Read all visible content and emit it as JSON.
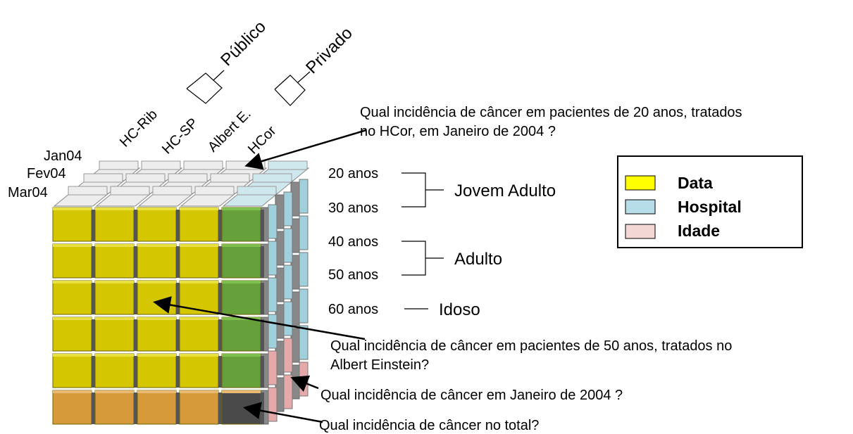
{
  "hospitals": [
    "HC-Rib",
    "HC-SP",
    "Albert E.",
    "HCor"
  ],
  "hospital_groups": [
    "Público",
    "Privado"
  ],
  "months": [
    "Jan04",
    "Fev04",
    "Mar04"
  ],
  "ages": [
    "20 anos",
    "30 anos",
    "40 anos",
    "50 anos",
    "60 anos"
  ],
  "age_groups": [
    "Jovem Adulto",
    "Adulto",
    "Idoso"
  ],
  "legend": [
    {
      "label": "Data",
      "color": "#ffff00"
    },
    {
      "label": "Hospital",
      "color": "#b7dde8"
    },
    {
      "label": "Idade",
      "color": "#f2d7d5"
    }
  ],
  "questions": {
    "q1_line1": "Qual incidência de câncer em pacientes de 20 anos, tratados",
    "q1_line2": "no HCor, em Janeiro de 2004 ?",
    "q2_line1": "Qual incidência de câncer em pacientes de 50 anos, tratados no",
    "q2_line2": "Albert Einstein?",
    "q3": "Qual incidência de câncer em Janeiro de 2004 ?",
    "q4": "Qual incidência de câncer no total?"
  },
  "colors": {
    "front_cell": "#d4c600",
    "front_cell_edge": "#e8df40",
    "hcor_cell": "#66a03a",
    "total_row": "#d69a3a",
    "total_corner": "#4a4a4a",
    "side_cell": "#9fd0dc",
    "top_cell": "#ededed",
    "age_side": "#e6a9a9"
  }
}
